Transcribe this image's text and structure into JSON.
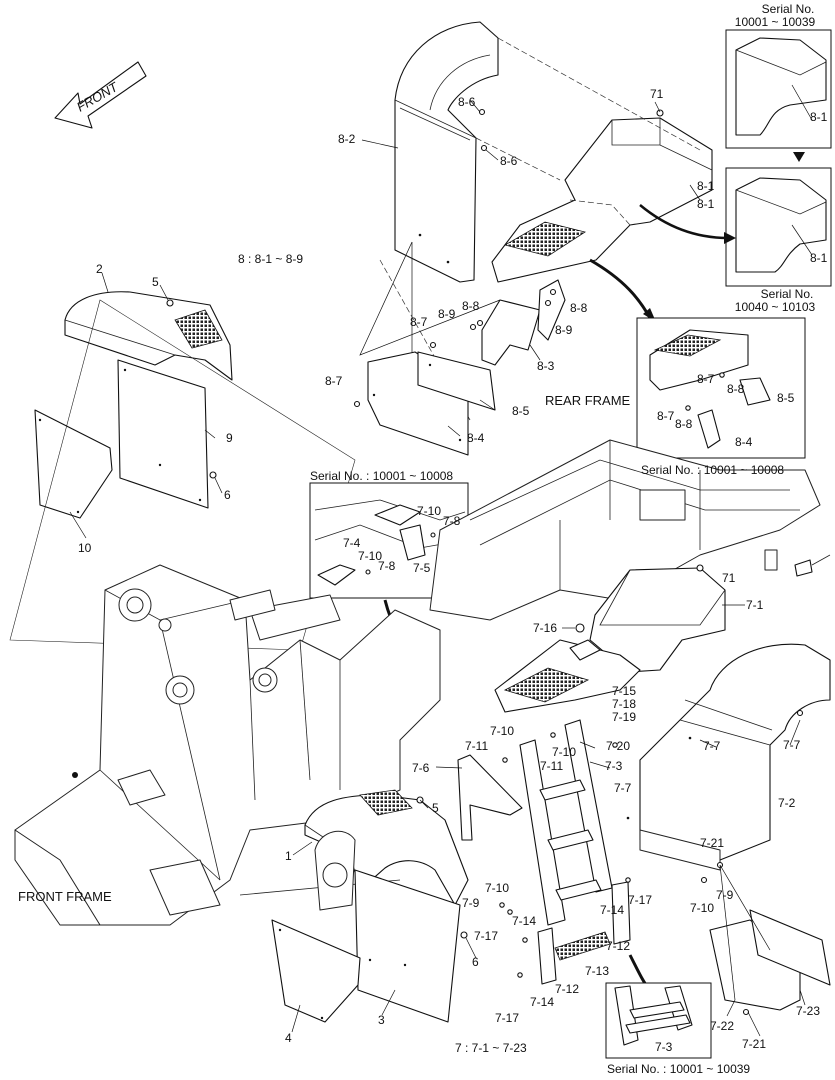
{
  "front_arrow_label": "FRONT",
  "legend_8": "8 : 8-1 ~ 8-9",
  "legend_7": "7 : 7-1 ~ 7-23",
  "rear_frame_label": "REAR FRAME",
  "front_frame_label": "FRONT FRAME",
  "inset_top": {
    "serial_head": "Serial No.",
    "serial_top": "10001 ~ 10039",
    "serial_head_2": "Serial No.",
    "serial_bottom": "10040 ~ 10103"
  },
  "inset_mid_serial": "Serial No. : 10001 ~ 10008",
  "inset_right_serial": "Serial No. : 10001 ~ 10008",
  "inset_bottom_serial": "Serial No. : 10001 ~ 10039",
  "labels": {
    "l_8_1a": "8-1",
    "l_8_1b": "8-1",
    "l_8_1c": "8-1",
    "l_8_1d": "8-1",
    "l_8_2": "8-2",
    "l_8_3": "8-3",
    "l_8_4": "8-4",
    "l_8_5": "8-5",
    "l_8_6a": "8-6",
    "l_8_6b": "8-6",
    "l_8_7a": "8-7",
    "l_8_7b": "8-7",
    "l_8_8a": "8-8",
    "l_8_8b": "8-8",
    "l_8_9a": "8-9",
    "l_8_9b": "8-9",
    "l_71a": "71",
    "l_71b": "71",
    "l_2": "2",
    "l_5a": "5",
    "l_9": "9",
    "l_6a": "6",
    "l_10": "10",
    "r_8_7": "8-7",
    "r_8_8a": "8-8",
    "r_8_5": "8-5",
    "r_8_7b": "8-7",
    "r_8_8b": "8-8",
    "r_8_4": "8-4",
    "m_7_10a": "7-10",
    "m_7_8a": "7-8",
    "m_7_4": "7-4",
    "m_7_10b": "7-10",
    "m_7_8b": "7-8",
    "m_7_5": "7-5",
    "l_7_1": "7-1",
    "l_7_16": "7-16",
    "l_7_15": "7-15",
    "l_7_18": "7-18",
    "l_7_19": "7-19",
    "l_7_10a": "7-10",
    "l_7_11a": "7-11",
    "l_7_10b": "7-10",
    "l_7_11b": "7-11",
    "l_7_20": "7-20",
    "l_7_3": "7-3",
    "l_7_6": "7-6",
    "l_7_7a": "7-7",
    "l_7_7b": "7-7",
    "l_7_7c": "7-7",
    "l_7_2": "7-2",
    "l_7_21a": "7-21",
    "l_7_17a": "7-17",
    "l_7_9a": "7-9",
    "l_7_10c": "7-10",
    "l_7_14a": "7-14",
    "l_7_12a": "7-12",
    "l_7_10d": "7-10",
    "l_7_9b": "7-9",
    "l_7_14b": "7-14",
    "l_7_17b": "7-17",
    "l_7_13": "7-13",
    "l_7_12b": "7-12",
    "l_7_14c": "7-14",
    "l_7_17c": "7-17",
    "l_7_22": "7-22",
    "l_7_23": "7-23",
    "l_7_21b": "7-21",
    "l_7_3b": "7-3",
    "l_5b": "5",
    "l_1": "1",
    "l_6b": "6",
    "l_4": "4",
    "l_3": "3"
  }
}
